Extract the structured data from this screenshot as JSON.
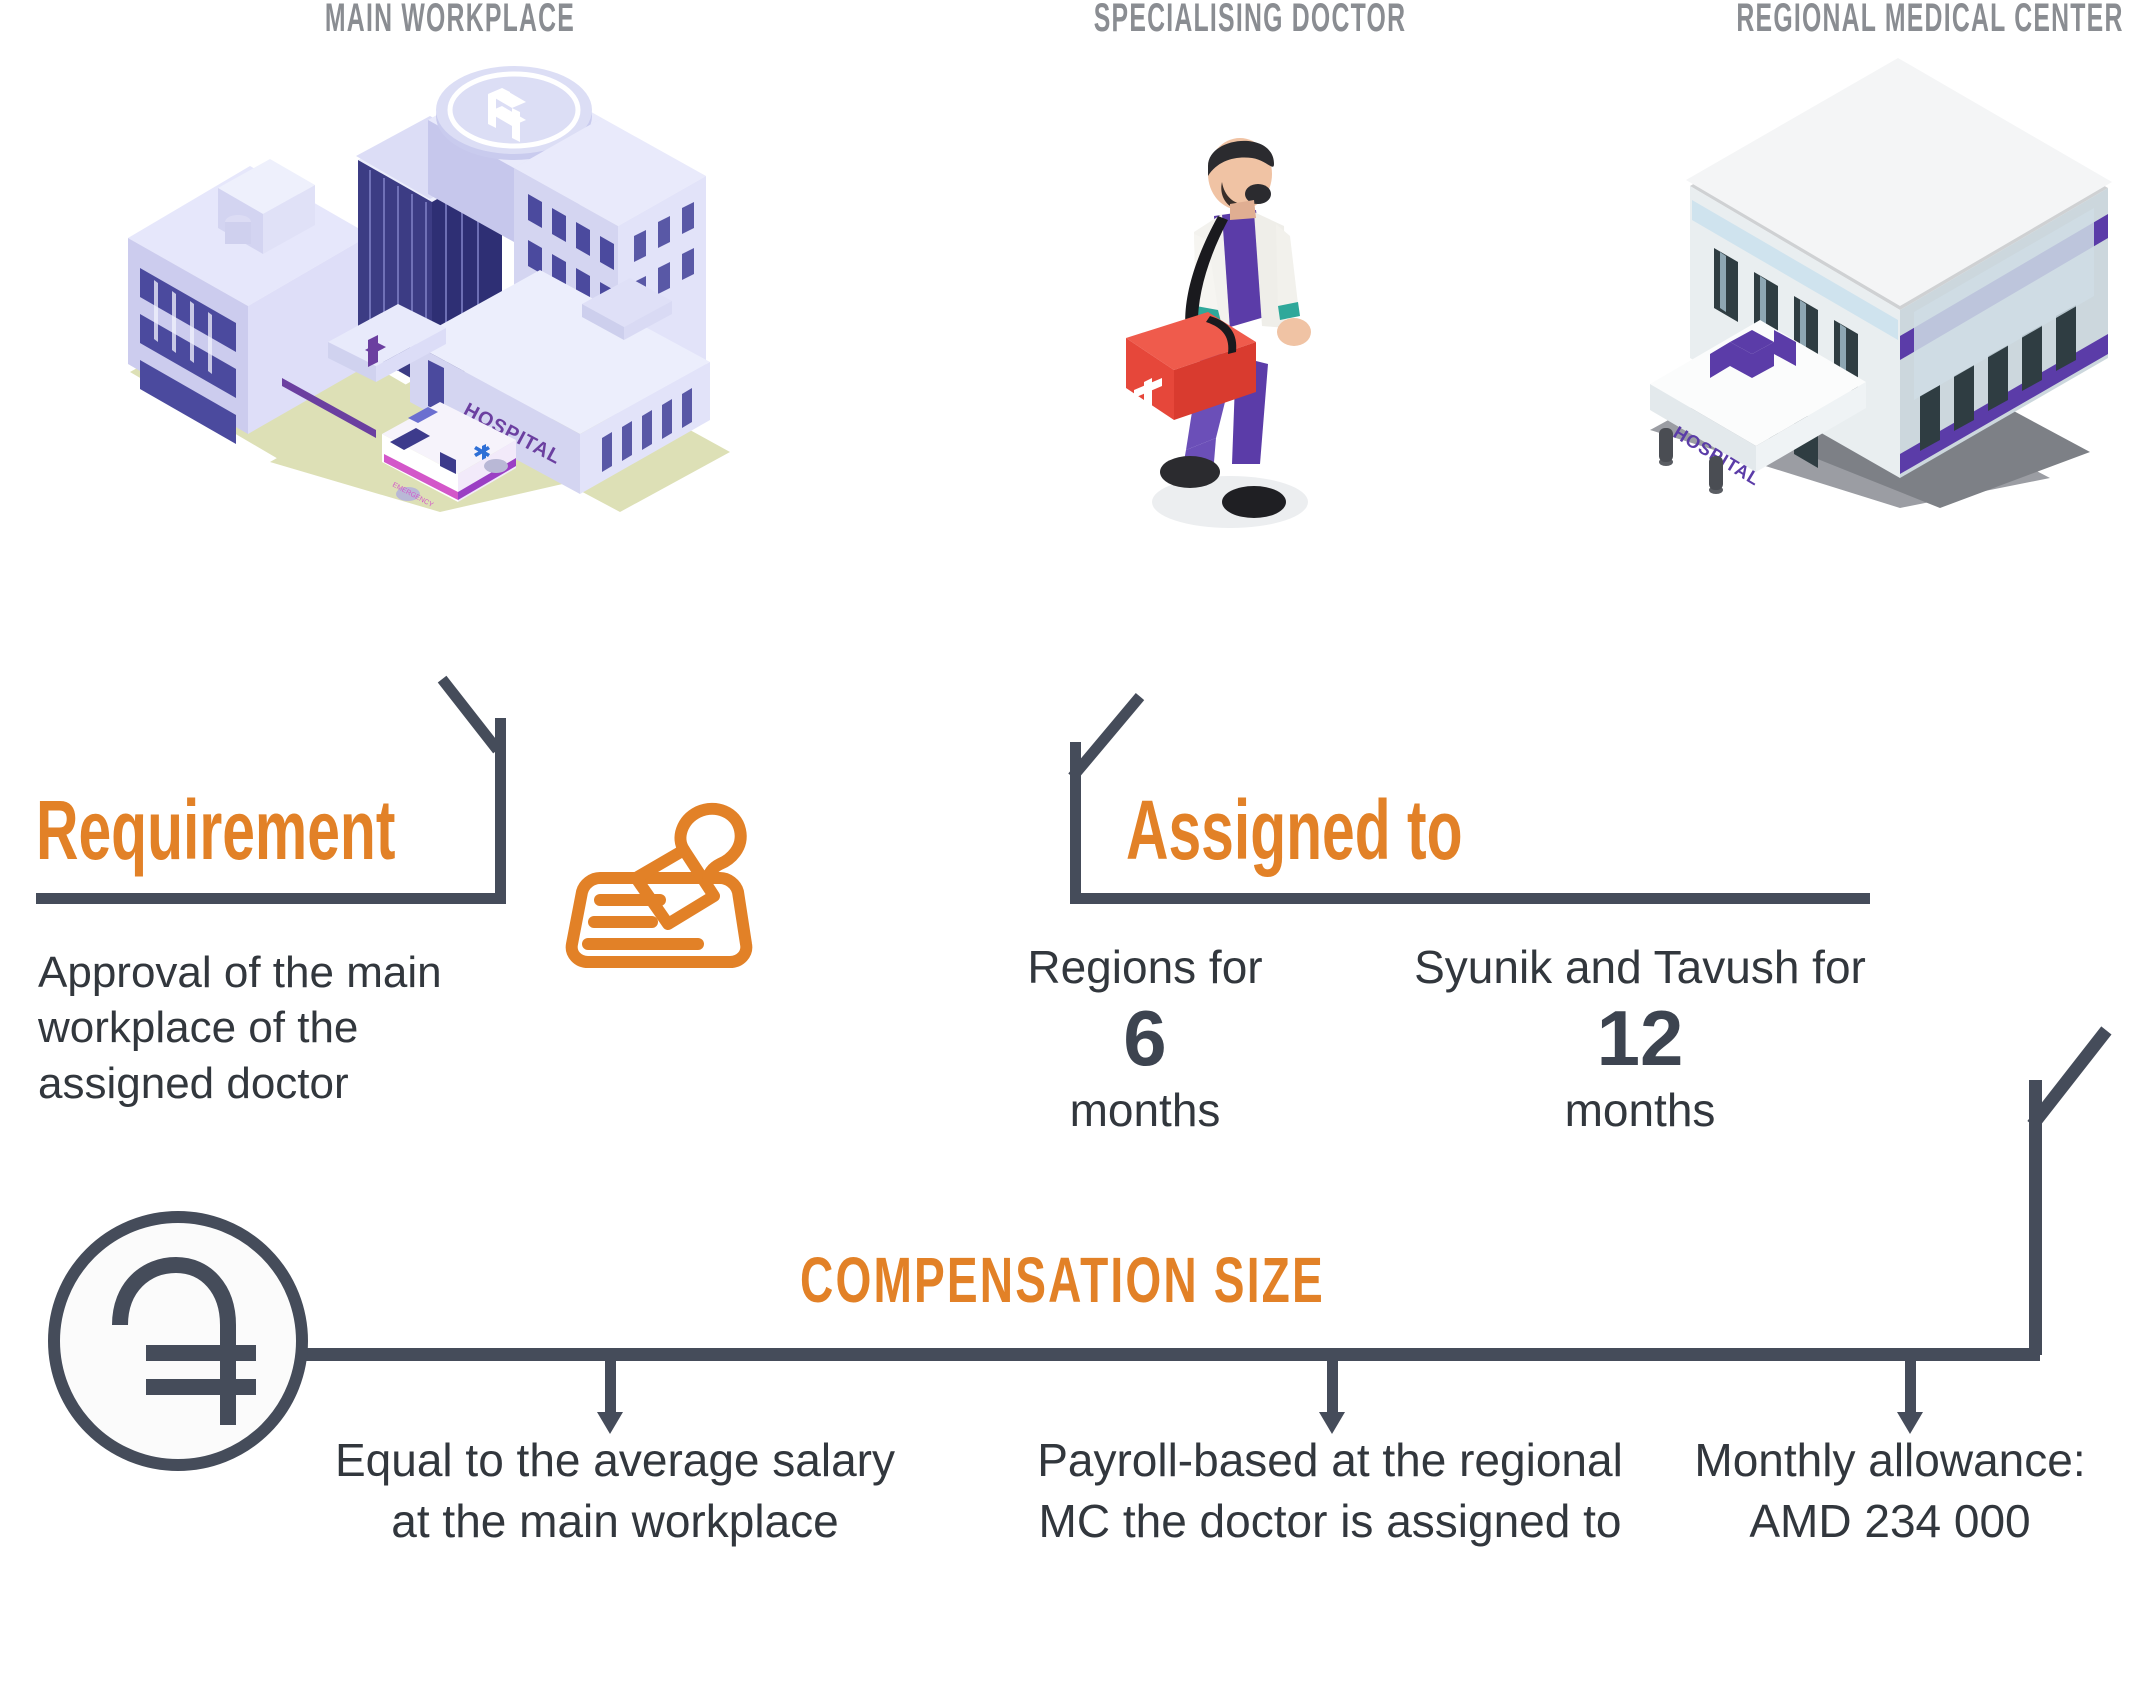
{
  "columns": {
    "main_workplace": "MAIN WORKPLACE",
    "specialising_doctor": "SPECIALISING DOCTOR",
    "regional_medical_center": "REGIONAL MEDICAL CENTER"
  },
  "requirement": {
    "title": "Requirement",
    "body": "Approval of the main workplace of the assigned doctor",
    "icon": "stamp-icon"
  },
  "assigned": {
    "title": "Assigned to",
    "items": [
      {
        "lead": "Regions for",
        "number": "6",
        "unit": "months"
      },
      {
        "lead": "Syunik and Tavush for",
        "number": "12",
        "unit": "months"
      }
    ]
  },
  "compensation": {
    "title": "COMPENSATION SIZE",
    "icon": "armenian-dram-coin-icon",
    "items": [
      "Equal to the average salary at the main workplace",
      "Payroll-based at the regional MC the doctor is assigned to",
      "Monthly allowance: AMD 234 000"
    ]
  },
  "illustrations": {
    "hospital_sign": "HOSPITAL",
    "hospital_helipad": "H",
    "ambulance_label": "EMERGENCY",
    "regional_sign": "HOSPITAL"
  },
  "colors": {
    "accent_orange": "#E28127",
    "dark_slate": "#454C5A",
    "header_gray": "#8a8d92",
    "body_text": "#32373d",
    "building_lavender": "#cfd0ee",
    "building_purple": "#5b3ca8",
    "bag_red": "#ea4c3e",
    "ground_olive": "#dde0b6"
  }
}
